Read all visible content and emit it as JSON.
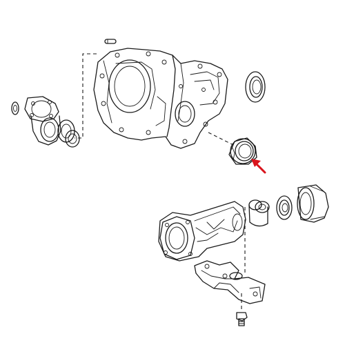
{
  "diagram": {
    "parts": [
      {
        "name": "transfer-case-front-housing"
      },
      {
        "name": "output-flange-assembly"
      },
      {
        "name": "outer-oil-seal"
      },
      {
        "name": "highlighted-oil-seal"
      },
      {
        "name": "rear-extension-housing"
      },
      {
        "name": "spacer-sleeve"
      },
      {
        "name": "bearing-ring"
      },
      {
        "name": "dust-deflector"
      },
      {
        "name": "mounting-bracket"
      },
      {
        "name": "bracket-bolt"
      },
      {
        "name": "dowel-pin"
      }
    ],
    "callout": {
      "icon": "arrow-icon",
      "color": "#d9141c",
      "points_to": "highlighted-oil-seal"
    }
  }
}
